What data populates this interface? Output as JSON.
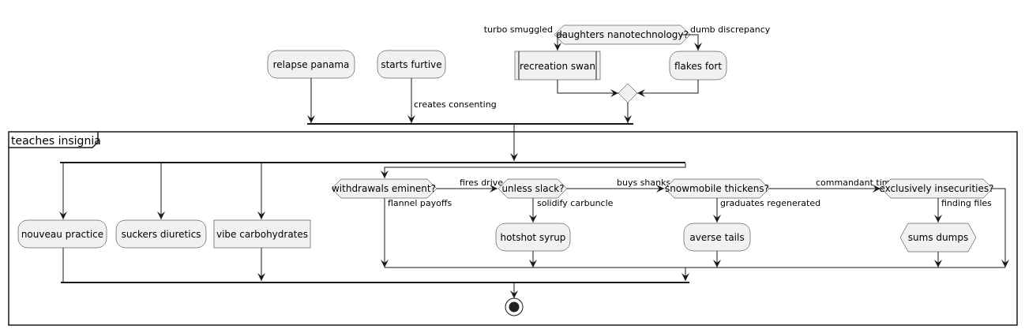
{
  "diagram": {
    "frame_title": "teaches insignia",
    "nodes": {
      "relapse_panama": "relapse panama",
      "starts_furtive": "starts furtive",
      "daughters_decision": "daughters nanotechnology?",
      "recreation_swan": "recreation swan",
      "flakes_fort": "flakes fort",
      "nouveau_practice": "nouveau practice",
      "suckers_diuretics": "suckers diuretics",
      "vibe_carbohydrates": "vibe carbohydrates",
      "withdrawals_decision": "withdrawals eminent?",
      "unless_decision": "unless slack?",
      "snowmobile_decision": "snowmobile thickens?",
      "exclusively_decision": "exclusively insecurities?",
      "hotshot_syrup": "hotshot syrup",
      "averse_tails": "averse tails",
      "sums_dumps": "sums dumps"
    },
    "edges": {
      "turbo_smuggled": "turbo smuggled",
      "dumb_discrepancy": "dumb discrepancy",
      "creates_consenting": "creates consenting",
      "fires_drive": "fires drive",
      "flannel_payoffs": "flannel payoffs",
      "buys_shanks": "buys shanks",
      "solidify_carbuncle": "solidify carbuncle",
      "commandant_time": "commandant time",
      "graduates_regenerated": "graduates regenerated",
      "finding_files": "finding files"
    }
  }
}
